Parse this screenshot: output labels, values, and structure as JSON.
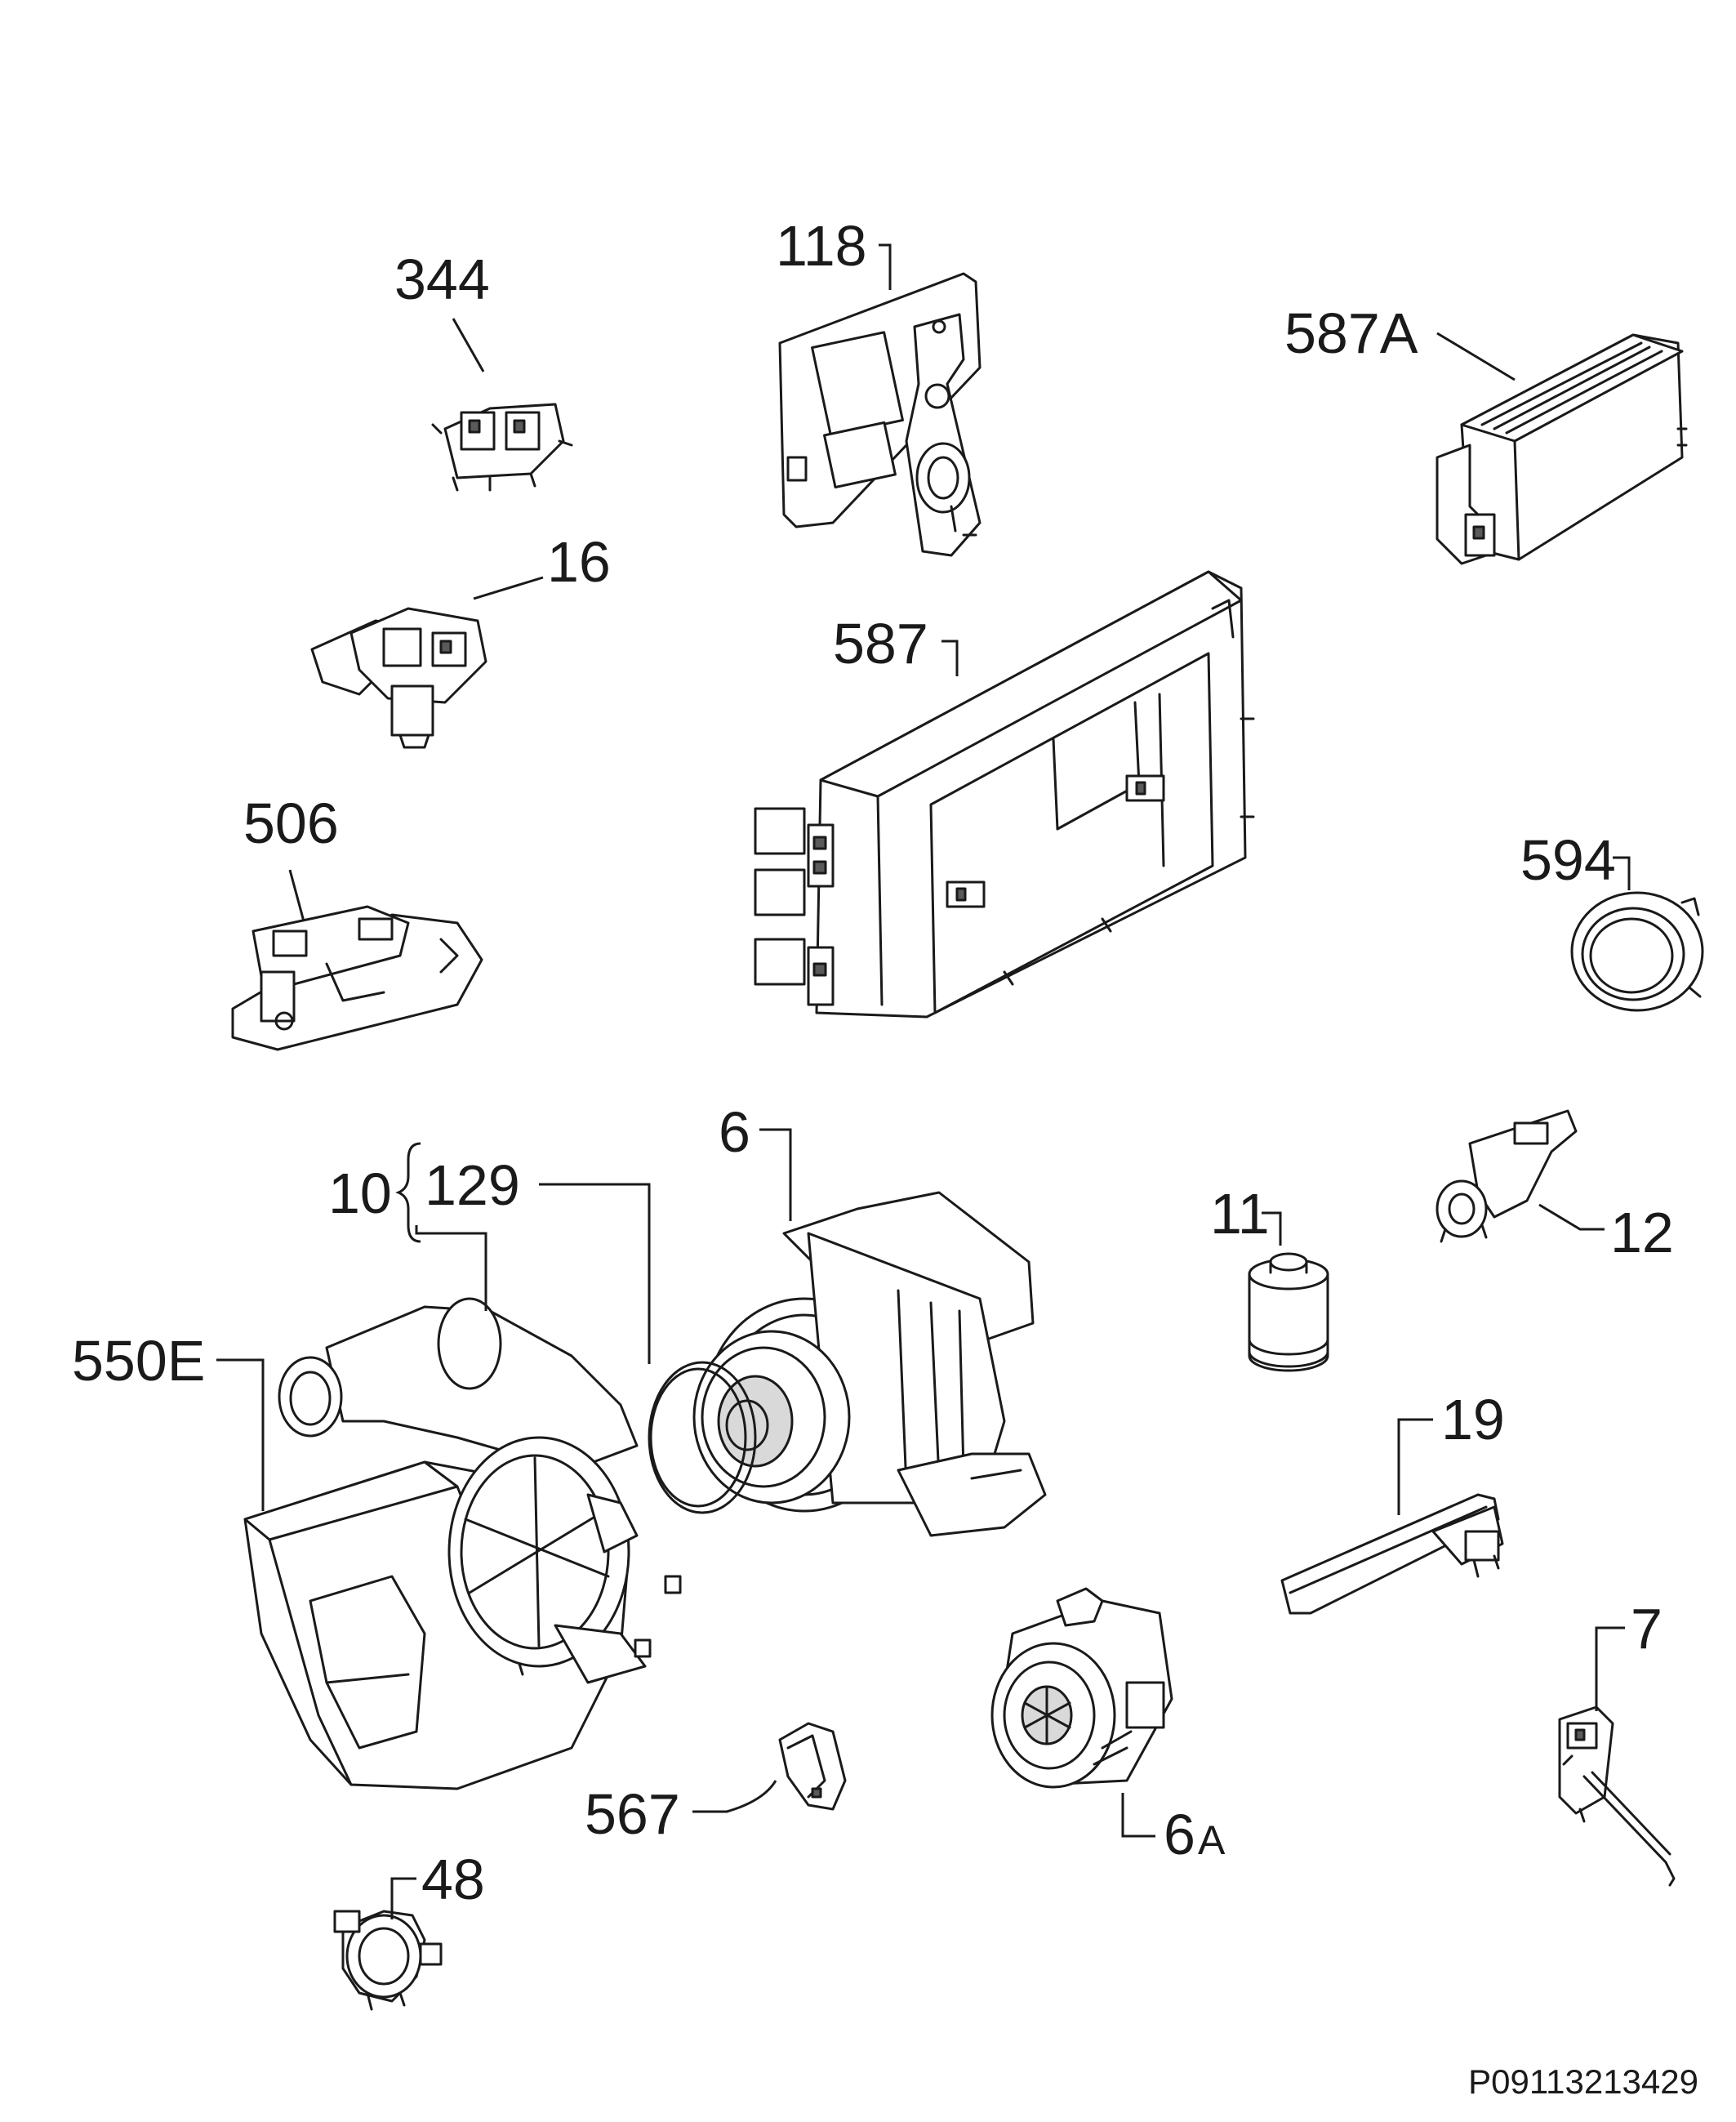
{
  "labels": {
    "p344": "344",
    "p118": "118",
    "p587A": "587A",
    "p16": "16",
    "p587": "587",
    "p506": "506",
    "p594": "594",
    "p6": "6",
    "p10": "10",
    "p129": "129",
    "p11": "11",
    "p12": "12",
    "p550E": "550E",
    "p19": "19",
    "p7": "7",
    "p567": "567",
    "p6A_main": "6",
    "p6A_suffix": "A",
    "p48": "48"
  },
  "drawing_code": "P09113213429"
}
